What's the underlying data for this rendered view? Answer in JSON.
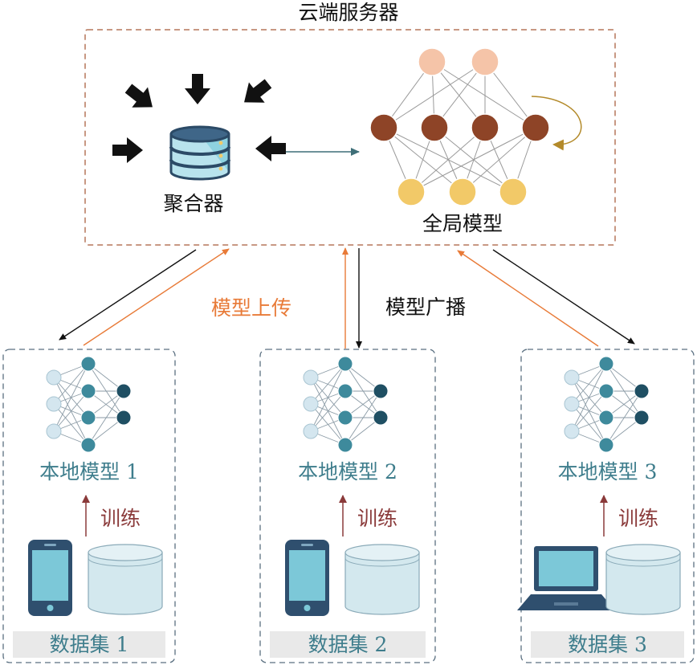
{
  "server": {
    "title": "云端服务器",
    "aggregator_label": "聚合器",
    "global_model_label": "全局模型"
  },
  "arrows": {
    "upload_label": "模型上传",
    "broadcast_label": "模型广播"
  },
  "clients": [
    {
      "model_label": "本地模型 1",
      "train_label": "训练",
      "dataset_label": "数据集 1",
      "device": "phone-icon"
    },
    {
      "model_label": "本地模型 2",
      "train_label": "训练",
      "dataset_label": "数据集 2",
      "device": "phone-icon"
    },
    {
      "model_label": "本地模型 3",
      "train_label": "训练",
      "dataset_label": "数据集 3",
      "device": "laptop-icon"
    }
  ],
  "colors": {
    "upload_arrow": "#e87a37",
    "broadcast_arrow": "#111111",
    "server_border": "#b5765a",
    "client_border": "#5a6f80",
    "global_top_nodes": "#f5c4a8",
    "global_mid_nodes": "#8e4427",
    "global_bottom_nodes": "#f2c968",
    "local_input_nodes": "#d4e6ef",
    "local_hidden_nodes": "#3e8a9c",
    "local_output_nodes": "#1f4f63",
    "device_body": "#2f4f6e",
    "device_screen": "#7cc8d8",
    "database_fill": "#d3e8ee"
  }
}
